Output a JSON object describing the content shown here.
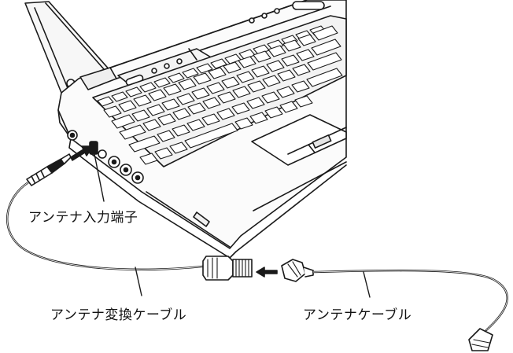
{
  "labels": {
    "antenna_input_port": "アンテナ入力端子",
    "antenna_converter_cable": "アンテナ変換ケーブル",
    "antenna_cable": "アンテナケーブル"
  },
  "colors": {
    "line": "#1a1a1a",
    "fill_light": "#f2f2f2",
    "key": "#e9e9e9",
    "background": "#ffffff"
  },
  "icons": [
    "laptop-illustration",
    "mini-plug",
    "f-connector",
    "connection-arrow"
  ]
}
